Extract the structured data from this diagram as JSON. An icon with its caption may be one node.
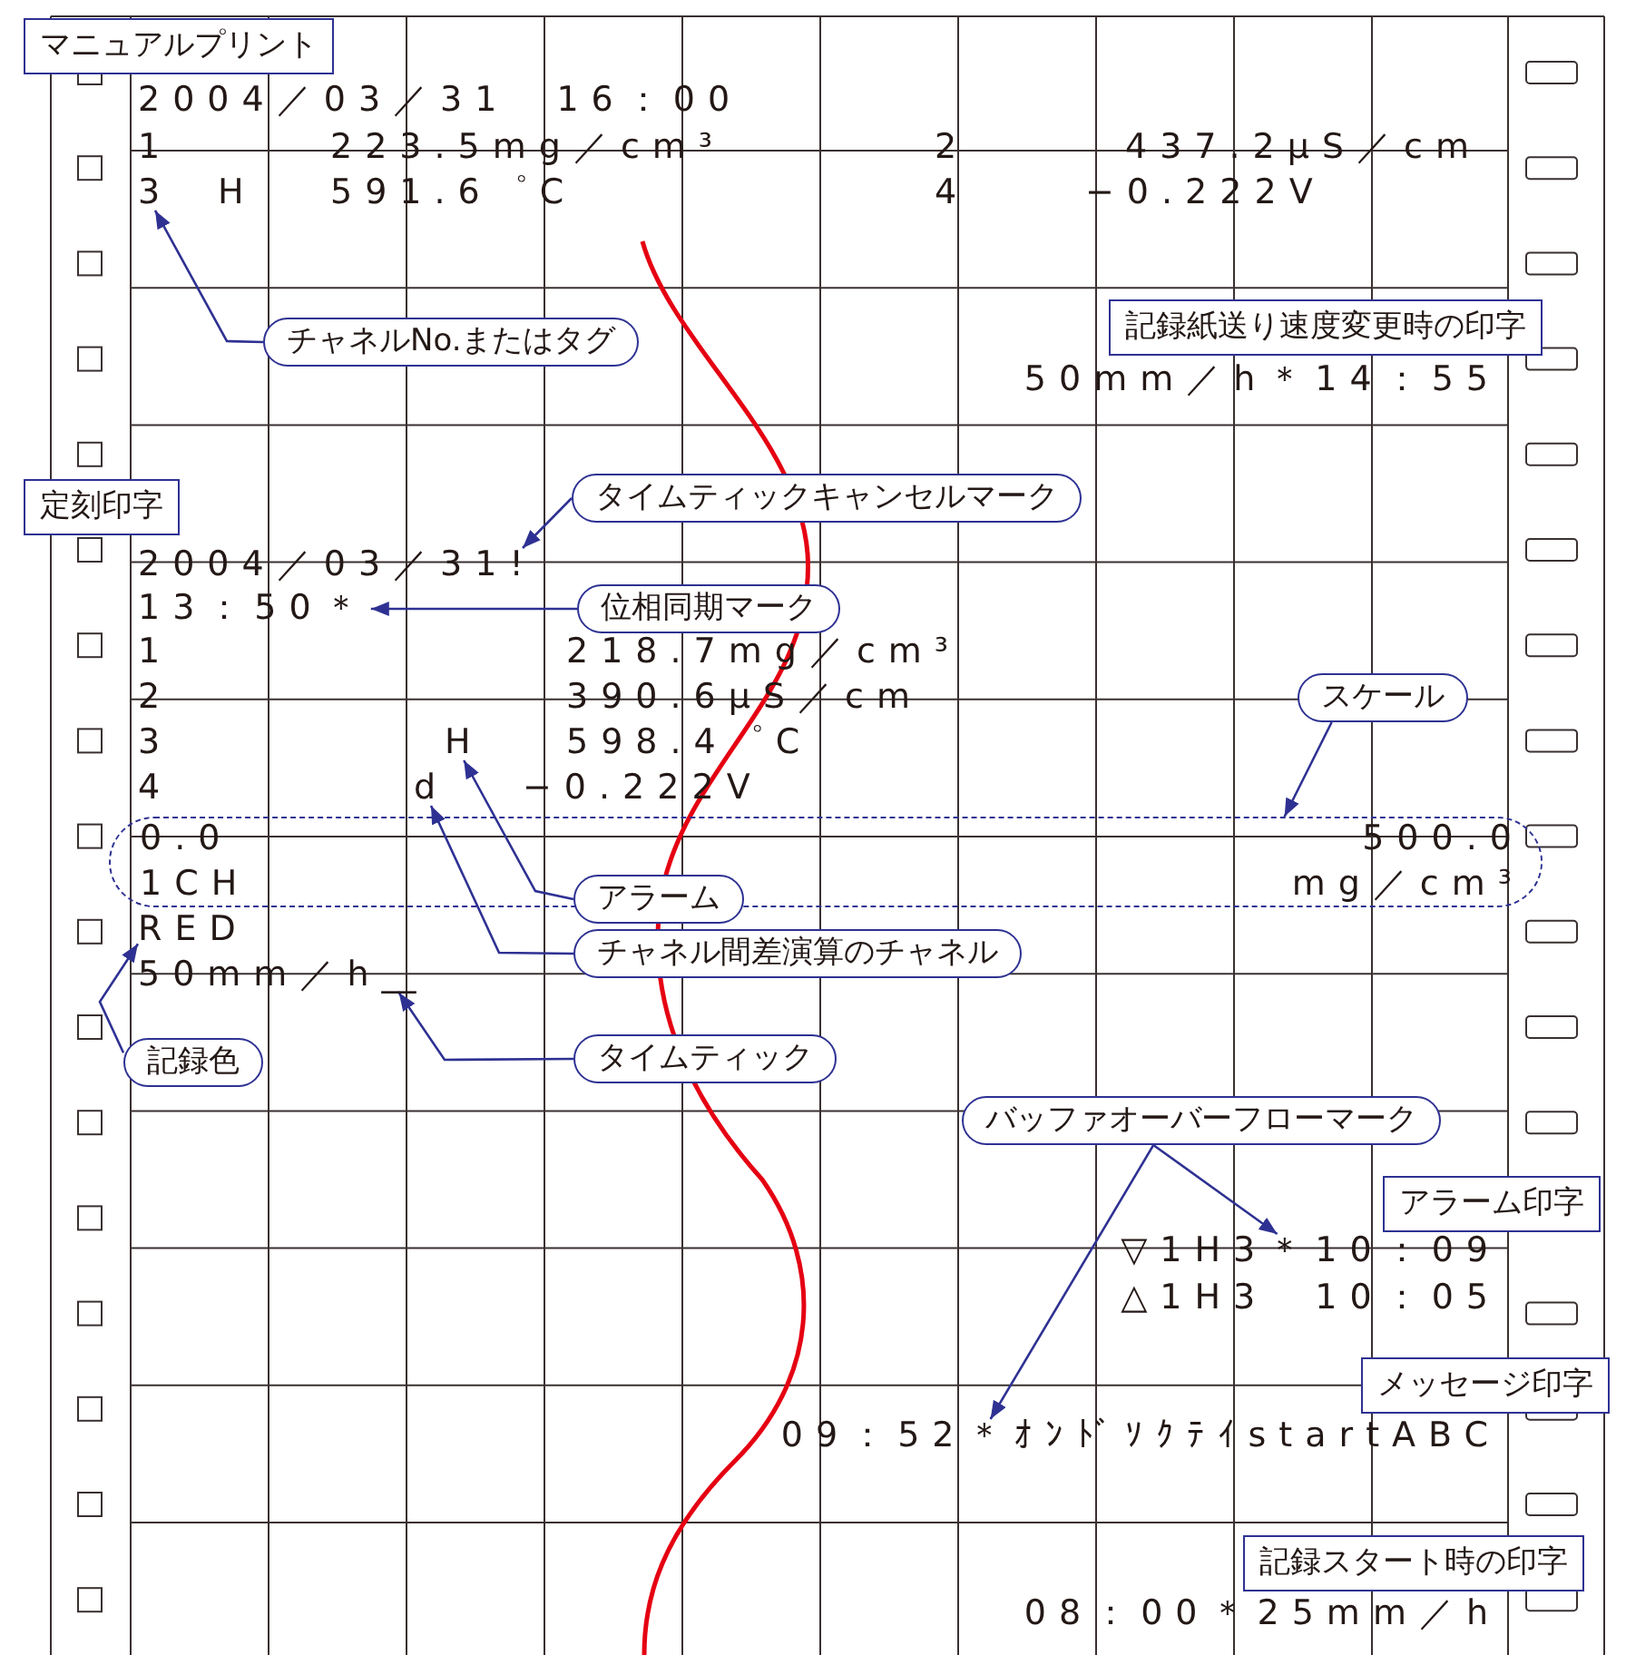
{
  "diagram": {
    "nodes": [
      {
        "text": [
          "マニュアルプリント"
        ]
      },
      {
        "text": [
          "チャネルNo.またはタグ"
        ]
      },
      {
        "text": [
          "3"
        ]
      },
      {
        "text": [
          "記録紙送り速度変更時の印字"
        ]
      },
      {
        "text": [
          "定刻印字"
        ]
      },
      {
        "text": [
          "タイムティックキャンセルマーク"
        ]
      },
      {
        "text": [
          "!"
        ]
      },
      {
        "text": [
          "位相同期マーク"
        ]
      },
      {
        "text": [
          "＊"
        ]
      },
      {
        "text": [
          "スケール"
        ]
      },
      {
        "text": [
          "H"
        ]
      },
      {
        "text": [
          "d"
        ]
      },
      {
        "text": [
          "0.0",
          "500.0",
          "1CH",
          "mg／cm³"
        ]
      },
      {
        "text": [
          "アラーム"
        ]
      },
      {
        "text": [
          "チャネル間差演算のチャネル"
        ]
      },
      {
        "text": [
          "RED"
        ]
      },
      {
        "text": [
          "__"
        ]
      },
      {
        "text": [
          "記録色"
        ]
      },
      {
        "text": [
          "タイムティック"
        ]
      },
      {
        "text": [
          "バッファオーバーフローマーク"
        ]
      },
      {
        "text": [
          "アラーム印字"
        ]
      },
      {
        "text": [
          "＊"
        ]
      },
      {
        "text": [
          "メッセージ印字"
        ]
      },
      {
        "text": [
          "＊"
        ]
      },
      {
        "text": [
          "記録スタート時の印字"
        ]
      }
    ],
    "edges": [
      {
        "from": 1,
        "to": 2,
        "arrow": "to"
      },
      {
        "from": 5,
        "to": 6,
        "arrow": "to"
      },
      {
        "from": 7,
        "to": 8,
        "arrow": "to"
      },
      {
        "from": 9,
        "to": 12,
        "arrow": "to"
      },
      {
        "from": 13,
        "to": 10,
        "arrow": "to"
      },
      {
        "from": 14,
        "to": 11,
        "arrow": "to"
      },
      {
        "from": 17,
        "to": 15,
        "arrow": "to"
      },
      {
        "from": 18,
        "to": 16,
        "arrow": "to"
      },
      {
        "from": 19,
        "to": 21,
        "arrow": "to"
      },
      {
        "from": 19,
        "to": 23,
        "arrow": "to"
      }
    ],
    "labels": [
      "2004／03／31　16：00",
      "1",
      "223.5mg／cm³",
      "2",
      "437.2μS／cm",
      "H",
      "591.6゜C",
      "4",
      "−0.222V",
      "50mm／h＊14：55",
      "2004／03／31",
      "13：50",
      "1",
      "218.7mg／cm³",
      "2",
      "390.6μS／cm",
      "3",
      "598.4゜C",
      "4",
      "−0.222V",
      "50mm／h",
      "▽1H3",
      "10：09",
      "△1H3　10：05",
      "09：52",
      "ｵﾝﾄﾞｿｸﾃｲstartABC",
      "08：00＊25mm／h"
    ]
  }
}
